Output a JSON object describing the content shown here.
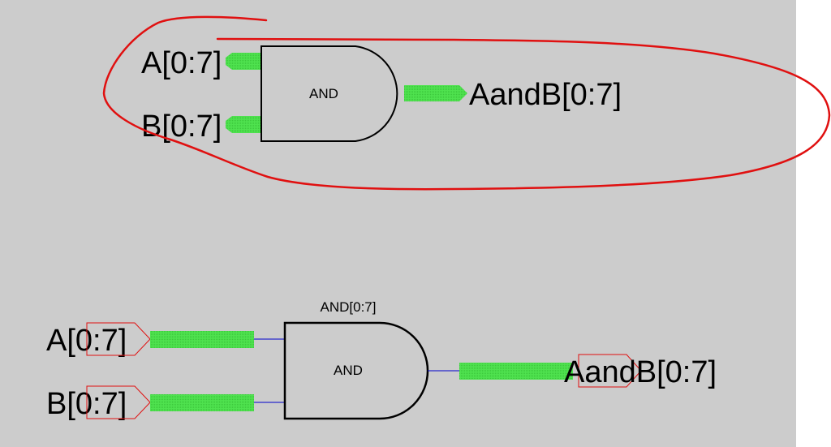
{
  "colors": {
    "canvas_bg": "#cccccc",
    "bus": "#4fe24f",
    "wire": "#0000cc",
    "gate_stroke": "#000000",
    "annotation": "#e01010",
    "port_outline": "#e01010"
  },
  "top_schematic": {
    "inputs": [
      "A[0:7]",
      "B[0:7]"
    ],
    "gate_label": "AND",
    "output": "AandB[0:7]"
  },
  "bottom_schematic": {
    "instance_label": "AND[0:7]",
    "inputs": [
      "A[0:7]",
      "B[0:7]"
    ],
    "gate_label": "AND",
    "output": "AandB[0:7]"
  }
}
